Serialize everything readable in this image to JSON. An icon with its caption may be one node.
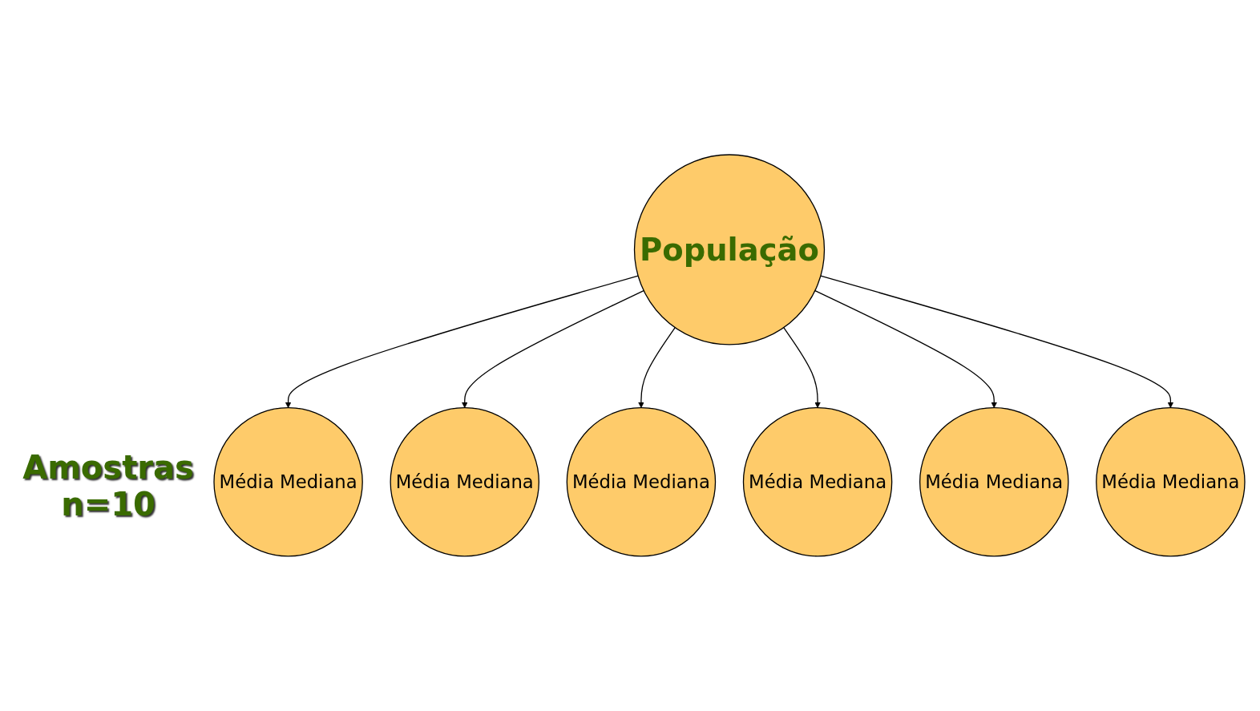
{
  "diagram": {
    "nodes": [
      {
        "text": [
          "População"
        ]
      },
      {
        "text": [
          "Média Mediana"
        ]
      },
      {
        "text": [
          "Média Mediana"
        ]
      },
      {
        "text": [
          "Média Mediana"
        ]
      },
      {
        "text": [
          "Média Mediana"
        ]
      },
      {
        "text": [
          "Média Mediana"
        ]
      },
      {
        "text": [
          "Média Mediana"
        ]
      }
    ],
    "edges": [
      {
        "from": 0,
        "to": 1,
        "arrow": "to"
      },
      {
        "from": 0,
        "to": 2,
        "arrow": "to"
      },
      {
        "from": 0,
        "to": 3,
        "arrow": "to"
      },
      {
        "from": 0,
        "to": 4,
        "arrow": "to"
      },
      {
        "from": 0,
        "to": 5,
        "arrow": "to"
      },
      {
        "from": 0,
        "to": 6,
        "arrow": "to"
      }
    ],
    "labels": [
      "Amostras n=10"
    ]
  }
}
